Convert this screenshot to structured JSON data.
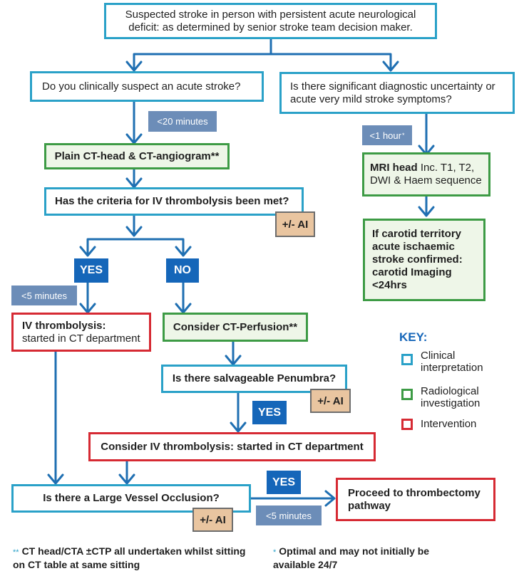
{
  "colors": {
    "clinical": "#2aa1c8",
    "radiological": "#3d9b45",
    "intervention": "#d62a33",
    "arrow": "#1f6fb2",
    "time_tag": "#6c8db8",
    "yes_no_tag": "#1566b9",
    "ai_tag": "#e9c5a0"
  },
  "nodes": {
    "start": "Suspected stroke in person with persistent acute neurological deficit: as determined by senior stroke team decision maker.",
    "suspect": "Do you clinically suspect an acute stroke?",
    "uncertainty": "Is there significant diagnostic uncertainty or acute very mild stroke symptoms?",
    "ct": "Plain CT-head & CT-angiogram**",
    "mri_bold": "MRI head",
    "mri_rest": "Inc. T1, T2, DWI & Haem sequence",
    "criteria": "Has the criteria for IV thrombolysis been met?",
    "carotid": "If carotid territory acute ischaemic stroke confirmed: carotid Imaging <24hrs",
    "iv_bold": "IV thrombolysis:",
    "iv_rest": "started in CT department",
    "perfusion": "Consider CT-Perfusion**",
    "penumbra": "Is there salvageable Penumbra?",
    "consider_iv": "Consider IV thrombolysis: started in CT department",
    "lvo": "Is there a Large Vessel Occlusion?",
    "thrombectomy": "Proceed to thrombectomy pathway"
  },
  "tags": {
    "t20": "<20 minutes",
    "t1h": "<1 hour",
    "t1h_mark": "*",
    "t5a": "<5 minutes",
    "t5b": "<5 minutes",
    "yes1": "YES",
    "no1": "NO",
    "yes2": "YES",
    "yes3": "YES",
    "ai1": "+/- AI",
    "ai2": "+/- AI",
    "ai3": "+/- AI"
  },
  "key": {
    "title": "KEY:",
    "items": [
      {
        "label": "Clinical interpretation",
        "color": "#2aa1c8"
      },
      {
        "label": "Radiological investigation",
        "color": "#3d9b45"
      },
      {
        "label": "Intervention",
        "color": "#d62a33"
      }
    ]
  },
  "footnotes": {
    "note1_mark": "**",
    "note1": "CT head/CTA ±CTP all undertaken whilst sitting on CT table at same sitting",
    "note2_mark": "*",
    "note2": "Optimal and may not initially be available 24/7"
  }
}
